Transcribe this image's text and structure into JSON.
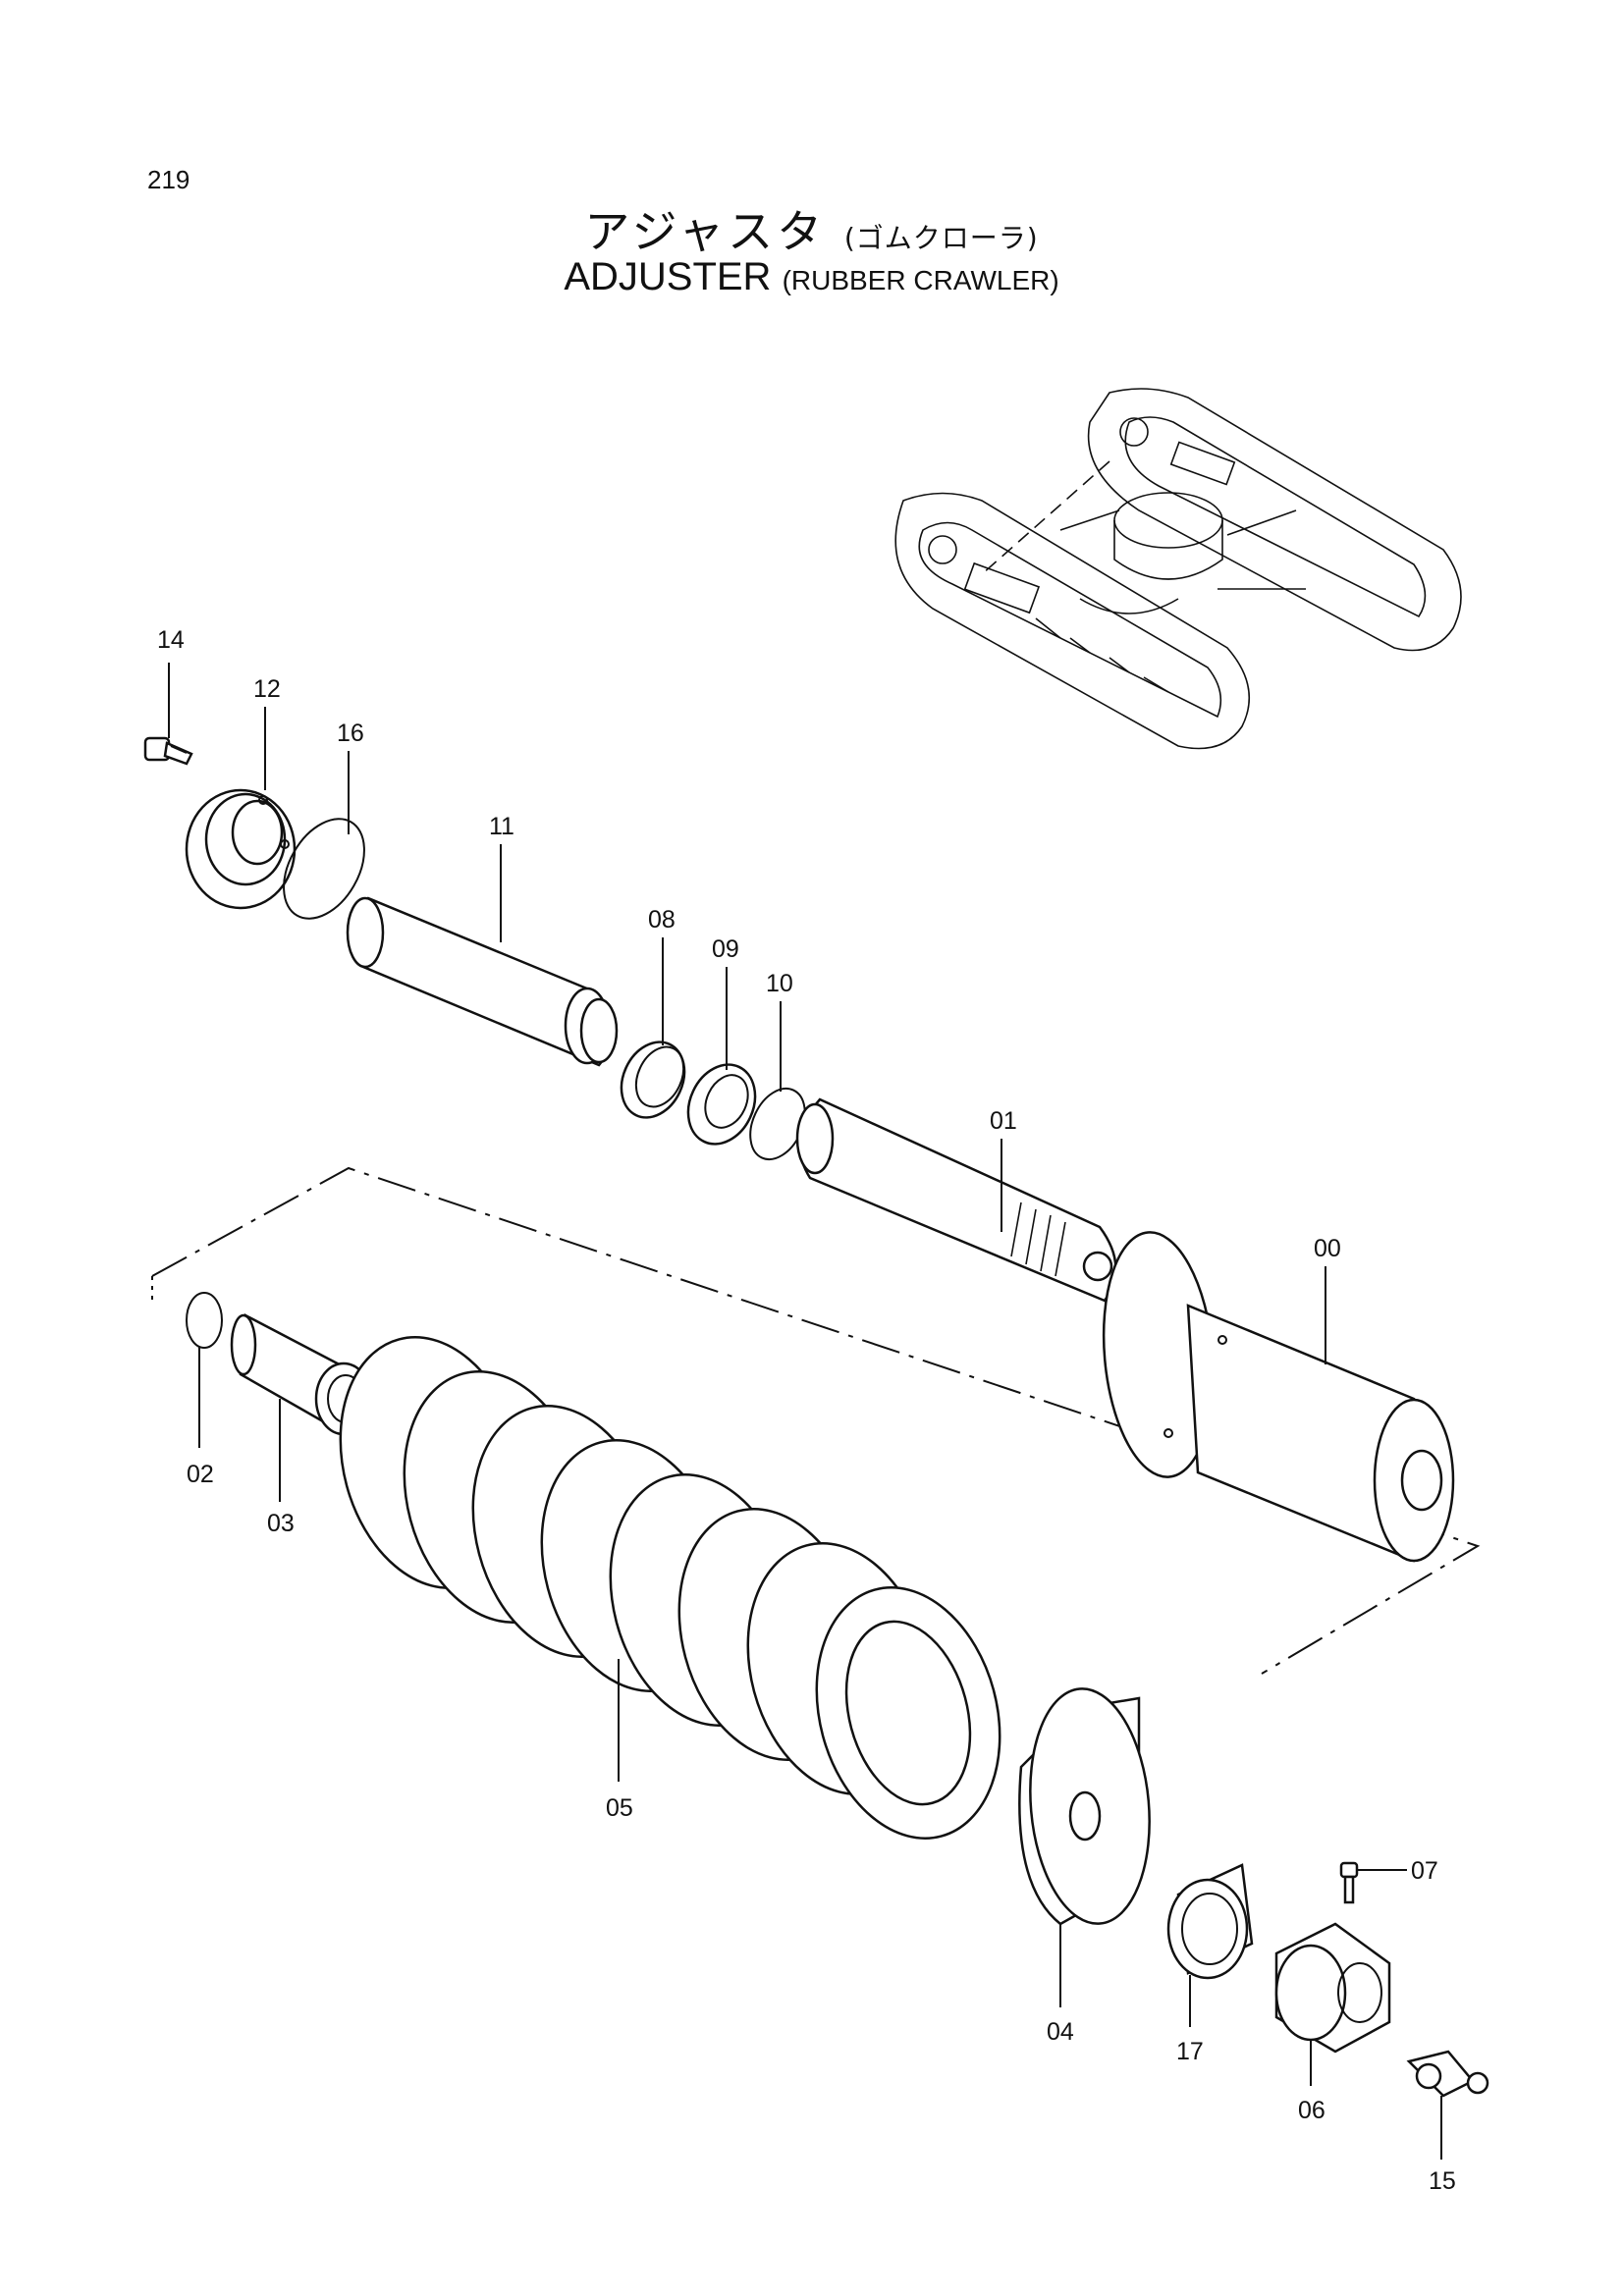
{
  "page_number": "219",
  "title": {
    "jp_main": "アジャスタ",
    "jp_sub": "(ゴムクローラ)",
    "en_main": "ADJUSTER",
    "en_sub": "(RUBBER CRAWLER)"
  },
  "part_labels": {
    "p00": "00",
    "p01": "01",
    "p02": "02",
    "p03": "03",
    "p04": "04",
    "p05": "05",
    "p06": "06",
    "p07": "07",
    "p08": "08",
    "p09": "09",
    "p10": "10",
    "p11": "11",
    "p12": "12",
    "p14": "14",
    "p15": "15",
    "p16": "16",
    "p17": "17"
  }
}
